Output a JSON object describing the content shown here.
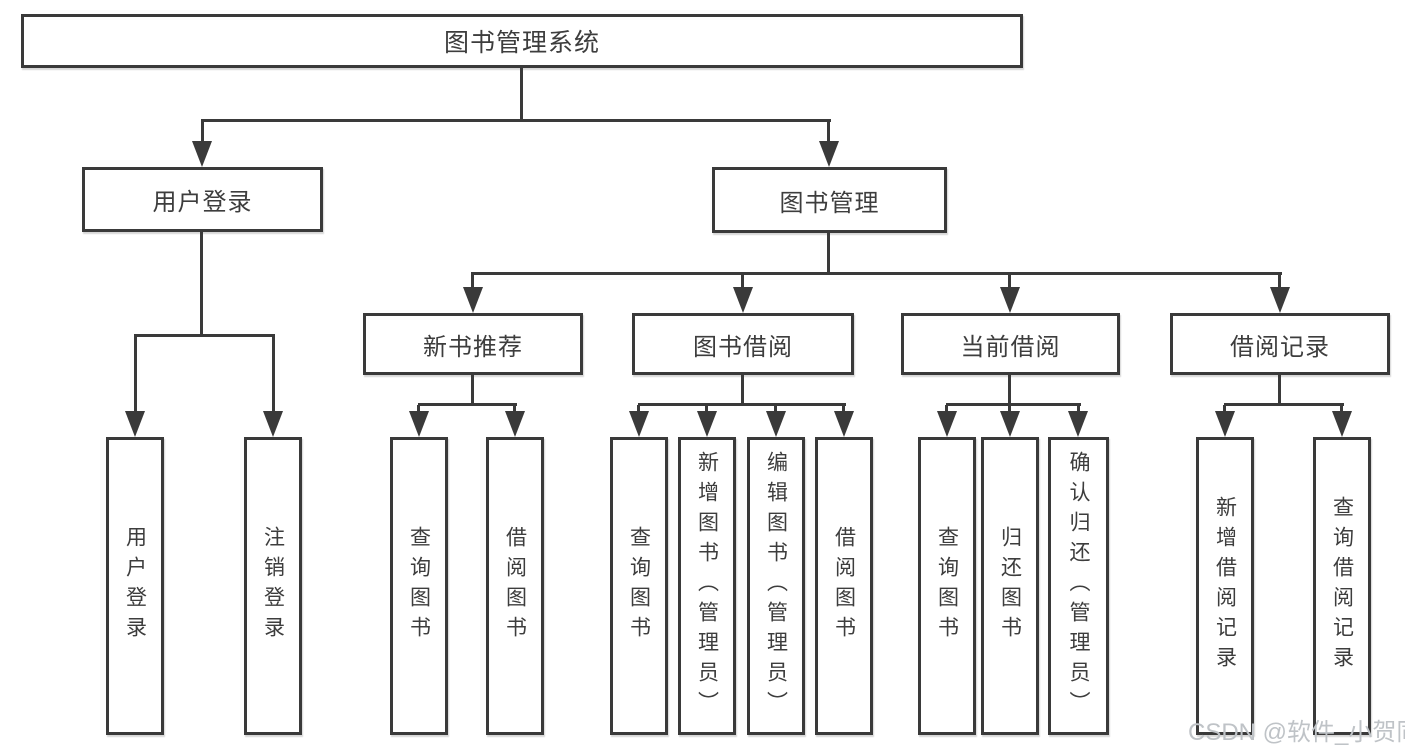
{
  "colors": {
    "line": "#3a3a3a",
    "text": "#3d3d3d",
    "background": "#ffffff",
    "watermark": "#bfc3c7"
  },
  "nodes": {
    "root": {
      "label": "图书管理系统"
    },
    "user_login": {
      "label": "用户登录",
      "children": [
        {
          "label": "用户登录"
        },
        {
          "label": "注销登录"
        }
      ]
    },
    "book_mgmt": {
      "label": "图书管理",
      "children": [
        {
          "label": "新书推荐",
          "children": [
            {
              "label": "查询图书"
            },
            {
              "label": "借阅图书"
            }
          ]
        },
        {
          "label": "图书借阅",
          "children": [
            {
              "label": "查询图书"
            },
            {
              "label": "新增图书（管理员）"
            },
            {
              "label": "编辑图书（管理员）"
            },
            {
              "label": "借阅图书"
            }
          ]
        },
        {
          "label": "当前借阅",
          "children": [
            {
              "label": "查询图书"
            },
            {
              "label": "归还图书"
            },
            {
              "label": "确认归还（管理员）"
            }
          ]
        },
        {
          "label": "借阅记录",
          "children": [
            {
              "label": "新增借阅记录"
            },
            {
              "label": "查询借阅记录"
            }
          ]
        }
      ]
    }
  },
  "watermark": {
    "text": "CSDN @软件_小贺同学"
  }
}
